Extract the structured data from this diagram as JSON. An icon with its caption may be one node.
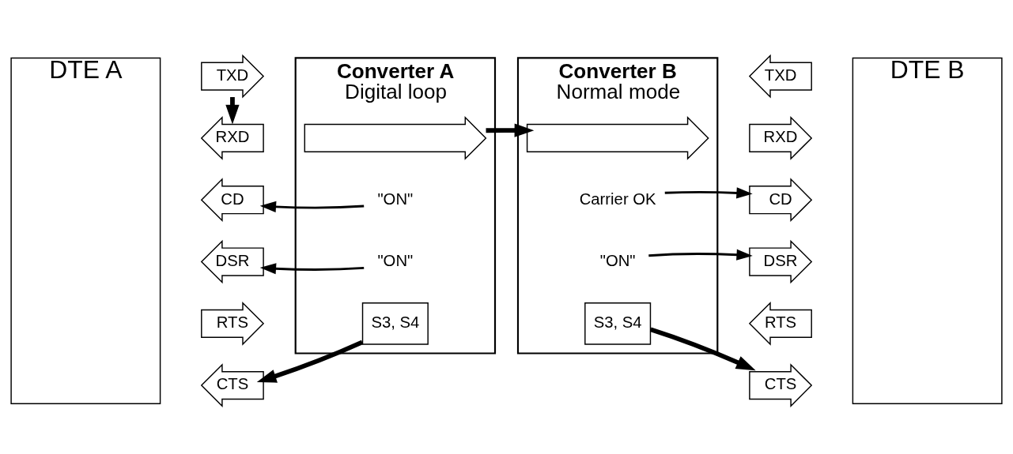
{
  "diagram": {
    "nodes": [
      {
        "text": [
          "DTE A"
        ]
      },
      {
        "text": [
          "Converter A",
          "Digital loop"
        ]
      },
      {
        "text": [
          "TXD"
        ]
      },
      {
        "text": [
          "RXD"
        ]
      },
      {
        "text": [
          "CD"
        ]
      },
      {
        "text": [
          "DSR"
        ]
      },
      {
        "text": [
          "RTS"
        ]
      },
      {
        "text": [
          "CTS"
        ]
      },
      {
        "text": [],
        "shape": "arrow",
        "in": 1
      },
      {
        "text": [
          "\"ON\""
        ],
        "in": 1
      },
      {
        "text": [
          "\"ON\""
        ],
        "in": 1
      },
      {
        "text": [
          "S3, S4"
        ],
        "in": 1
      },
      {
        "text": [
          "Converter B",
          "Normal mode"
        ]
      },
      {
        "text": [],
        "shape": "arrow",
        "in": 12
      },
      {
        "text": [
          "Carrier OK"
        ],
        "in": 12
      },
      {
        "text": [
          "\"ON\""
        ],
        "in": 12
      },
      {
        "text": [
          "S3, S4"
        ],
        "in": 12
      },
      {
        "text": [
          "DTE B"
        ]
      },
      {
        "text": [
          "TXD"
        ]
      },
      {
        "text": [
          "RXD"
        ]
      },
      {
        "text": [
          "CD"
        ]
      },
      {
        "text": [
          "DSR"
        ]
      },
      {
        "text": [
          "RTS"
        ]
      },
      {
        "text": [
          "CTS"
        ]
      }
    ],
    "edges": [
      {
        "from": 2,
        "to": 3,
        "arrow": "to",
        "style": "thick"
      },
      {
        "from": 8,
        "to": 13,
        "arrow": "to",
        "style": "thick"
      },
      {
        "from": 9,
        "to": 4,
        "arrow": "to"
      },
      {
        "from": 10,
        "to": 5,
        "arrow": "to"
      },
      {
        "from": 11,
        "to": 7,
        "arrow": "to",
        "style": "thick"
      },
      {
        "from": 14,
        "to": 20,
        "arrow": "to"
      },
      {
        "from": 15,
        "to": 21,
        "arrow": "to"
      },
      {
        "from": 16,
        "to": 23,
        "arrow": "to",
        "style": "thick"
      }
    ]
  }
}
